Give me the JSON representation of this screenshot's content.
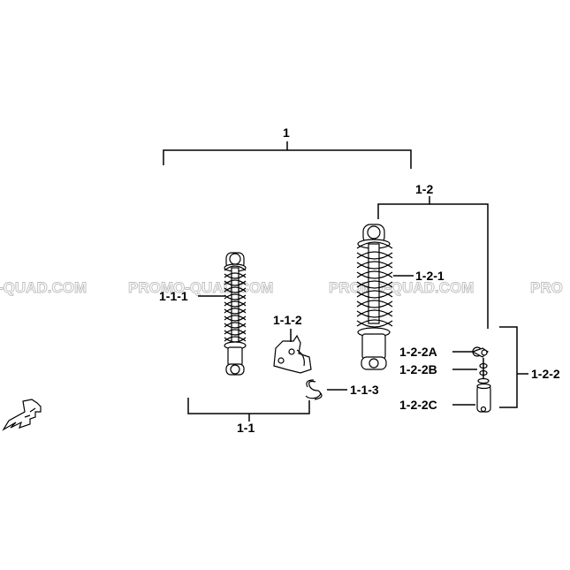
{
  "watermark": {
    "text_1": "-QUAD.COM",
    "text_2": "PROMO-QUAD.COM",
    "text_3": "PROMO-QUAD.COM",
    "text_4": "PRO"
  },
  "callouts": {
    "assembly": "1",
    "front_group": "1-1",
    "rear_group": "1-2",
    "front_shock": "1-1-1",
    "bracket": "1-1-2",
    "clip": "1-1-3",
    "rear_shock": "1-2-1",
    "rear_sub_group": "1-2-2",
    "part_a": "1-2-2A",
    "part_b": "1-2-2B",
    "part_c": "1-2-2C"
  },
  "icons": {
    "front_direction": "front-arrow-icon"
  }
}
